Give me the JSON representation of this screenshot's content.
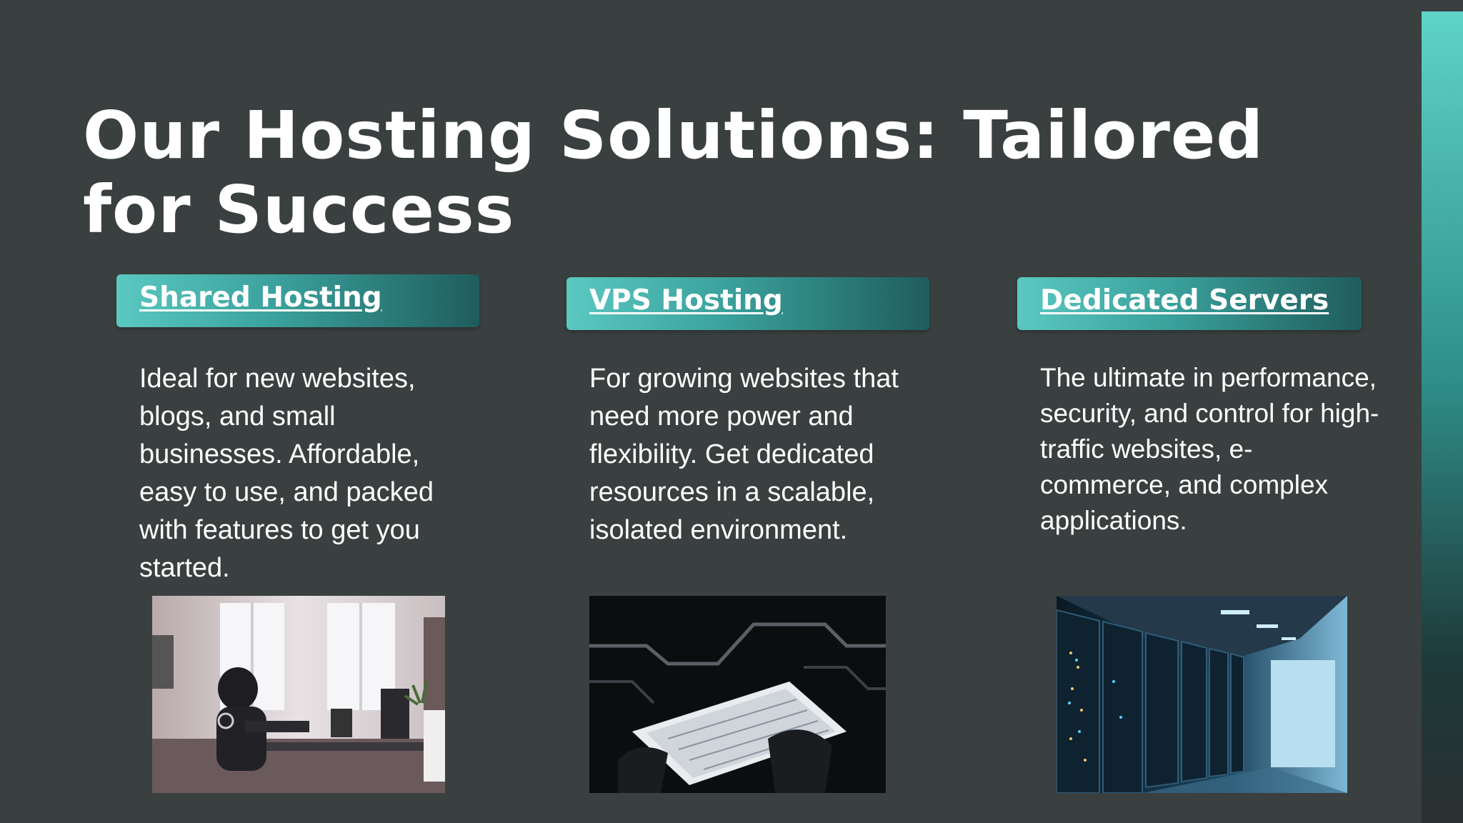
{
  "slide": {
    "title": "Our Hosting Solutions: Tailored for Success"
  },
  "cards": [
    {
      "heading": "Shared Hosting",
      "description": "Ideal for new websites, blogs, and small businesses. Affordable, easy to use, and packed with features to get you started.",
      "image": "robot-at-desk-office-image"
    },
    {
      "heading": "VPS Hosting",
      "description": "For growing websites that need more power and flexibility. Get dedicated resources in a scalable, isolated environment.",
      "image": "hands-holding-tablet-circuit-image"
    },
    {
      "heading": "Dedicated Servers",
      "description": "The ultimate in performance, security, and control for high-traffic websites, e-commerce, and complex applications.",
      "image": "server-room-racks-image"
    }
  ],
  "colors": {
    "background": "#3a3f40",
    "accent_teal": "#5ac8c1",
    "text": "#ffffff"
  }
}
